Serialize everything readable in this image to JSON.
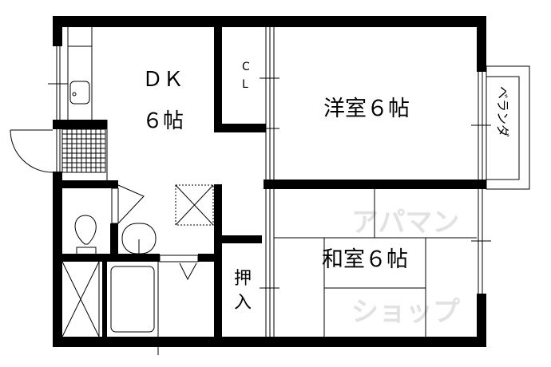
{
  "floor_plan": {
    "rooms": {
      "dk": {
        "name": "ＤＫ",
        "size": "６帖"
      },
      "western": {
        "label": "洋室６帖"
      },
      "japanese": {
        "label": "和室６帖"
      },
      "closet": {
        "line1": "C",
        "line2": "L"
      },
      "oshiire": {
        "line1": "押",
        "line2": "入"
      },
      "veranda": {
        "label": "ベランダ"
      }
    },
    "watermark": {
      "line1": "アパマン",
      "line2": "ショップ"
    },
    "colors": {
      "wall": "#000000",
      "line": "#000000",
      "watermark": "#e2e2e2"
    }
  }
}
